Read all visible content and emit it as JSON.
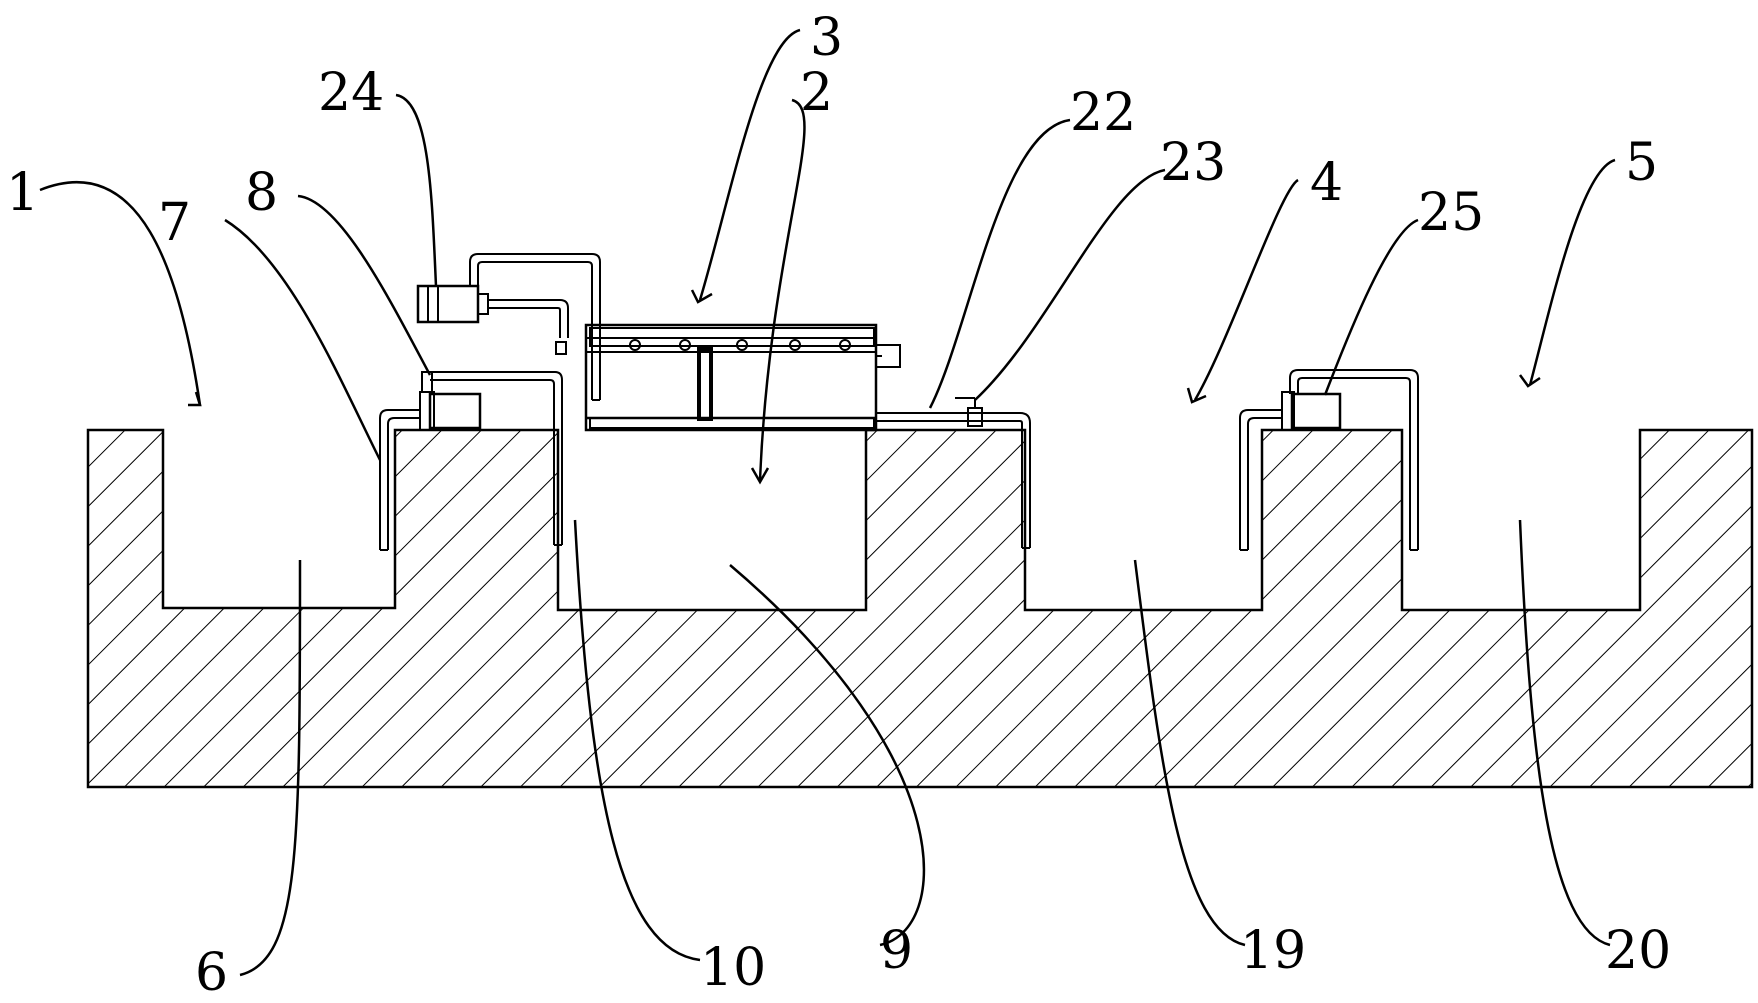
{
  "labels": [
    {
      "id": "1",
      "text": "1"
    },
    {
      "id": "2",
      "text": "2"
    },
    {
      "id": "3",
      "text": "3"
    },
    {
      "id": "4",
      "text": "4"
    },
    {
      "id": "5",
      "text": "5"
    },
    {
      "id": "6",
      "text": "6"
    },
    {
      "id": "7",
      "text": "7"
    },
    {
      "id": "8",
      "text": "8"
    },
    {
      "id": "9",
      "text": "9"
    },
    {
      "id": "10",
      "text": "10"
    },
    {
      "id": "19",
      "text": "19"
    },
    {
      "id": "20",
      "text": "20"
    },
    {
      "id": "22",
      "text": "22"
    },
    {
      "id": "23",
      "text": "23"
    },
    {
      "id": "24",
      "text": "24"
    },
    {
      "id": "25",
      "text": "25"
    }
  ],
  "colors": {
    "line": "#000000",
    "background": "#ffffff"
  }
}
